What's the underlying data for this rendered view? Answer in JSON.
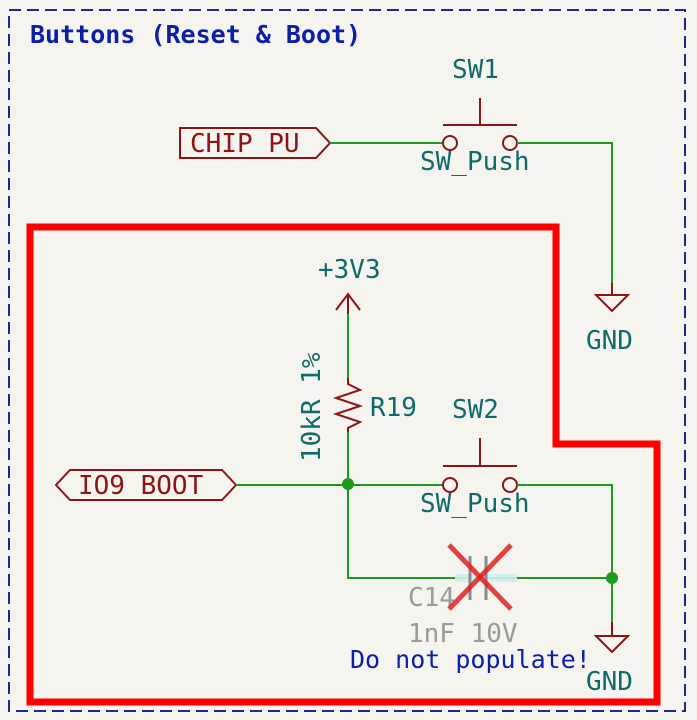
{
  "sheet": {
    "title": "Buttons (Reset & Boot)",
    "note": "Do not populate!"
  },
  "labels": {
    "chip_pu": "CHIP_PU",
    "io9_boot": "IO9_BOOT"
  },
  "power": {
    "v33": "+3V3",
    "gnd_top": "GND",
    "gnd_bottom": "GND"
  },
  "components": {
    "sw1": {
      "ref": "SW1",
      "value": "SW_Push"
    },
    "sw2": {
      "ref": "SW2",
      "value": "SW_Push"
    },
    "r19": {
      "ref": "R19",
      "value": "10kR 1%"
    },
    "c14": {
      "ref": "C14",
      "value": "1nF 10V"
    }
  },
  "colors": {
    "border": "#1c2a8c",
    "title": "#0b1fa6",
    "wire": "#1e9a1e",
    "symbol": "#8c1414",
    "text": "#0f6b6b",
    "dnp_text": "#9a9a9a",
    "highlight": "#ff0000",
    "dnp_cross": "#e02222"
  }
}
